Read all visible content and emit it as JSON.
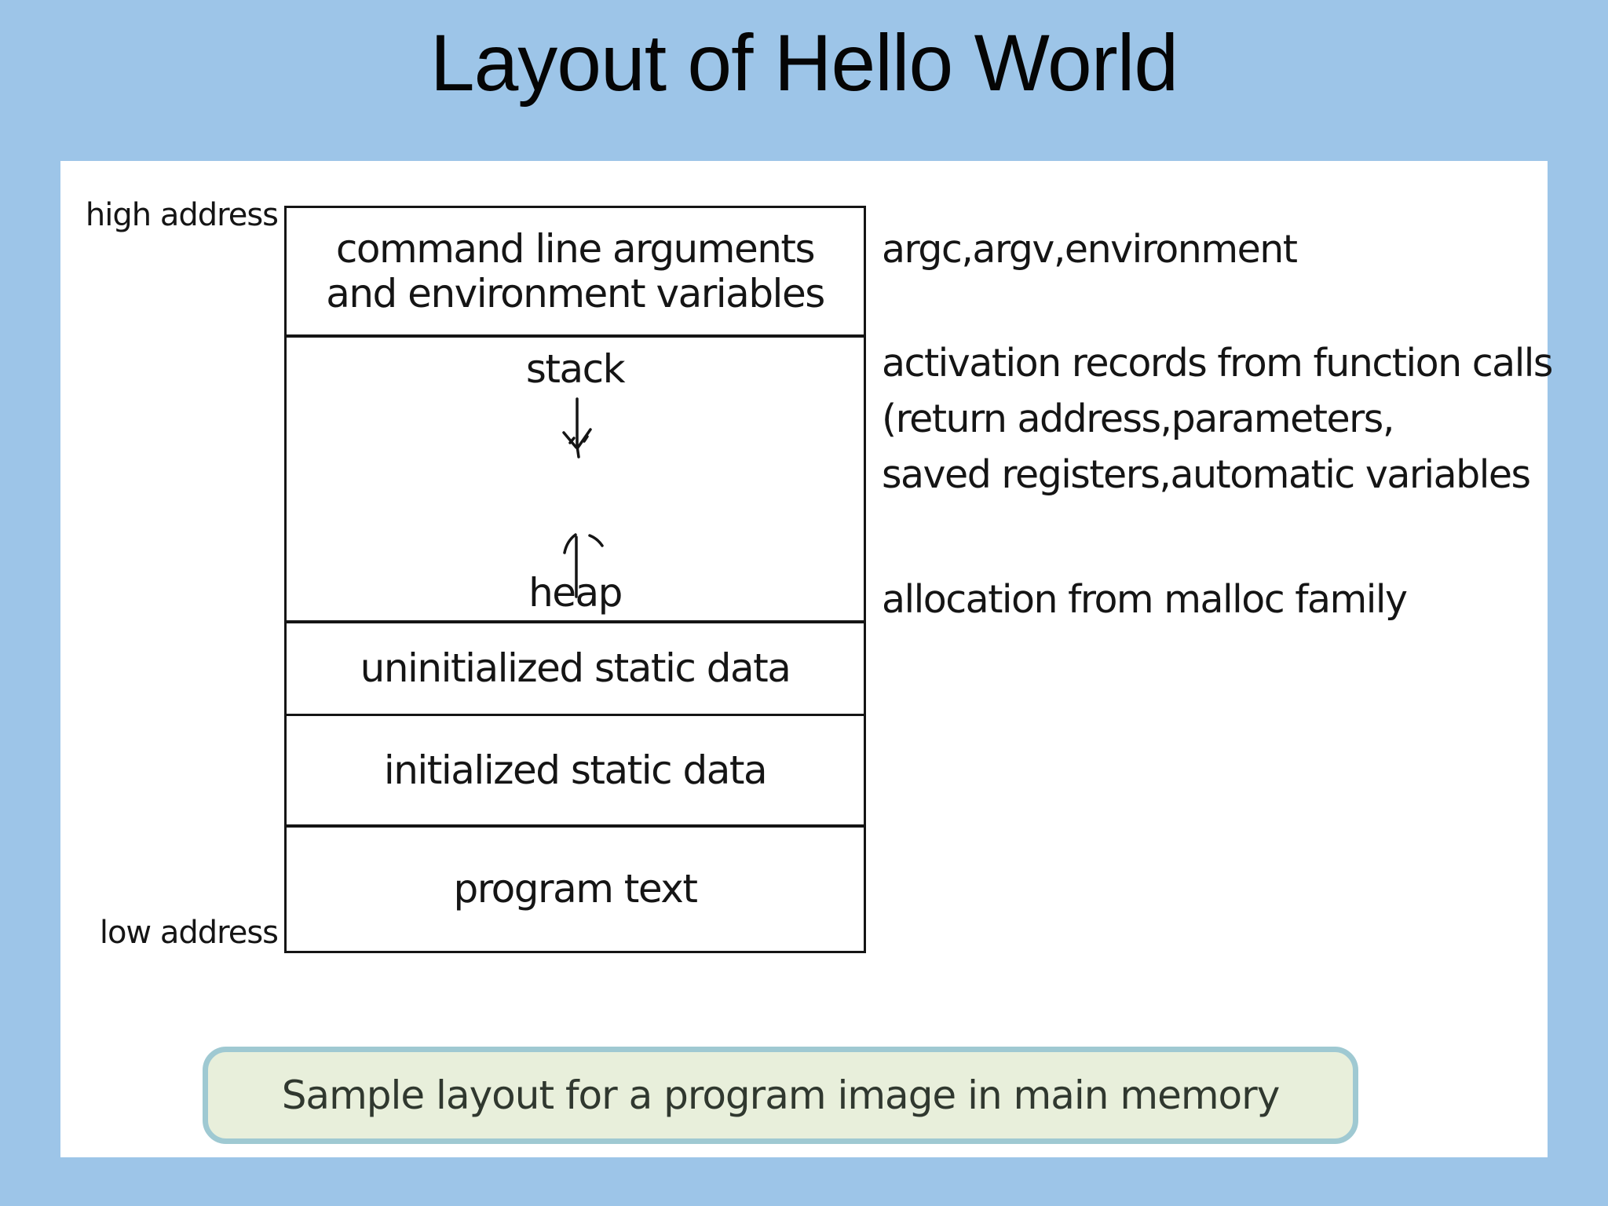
{
  "slide": {
    "title": "Layout of Hello World"
  },
  "diagram": {
    "high_address_label": "high address",
    "low_address_label": "low address",
    "sections": {
      "args": {
        "line1": "command line arguments",
        "line2": "and environment variables"
      },
      "stack": {
        "label": "stack"
      },
      "heap": {
        "label": "heap"
      },
      "uninitialized": {
        "label": "uninitialized static data"
      },
      "initialized": {
        "label": "initialized static data"
      },
      "program_text": {
        "label": "program text"
      }
    },
    "icons": {
      "stack_arrow": "arrow-down",
      "heap_arrow": "arrow-up"
    }
  },
  "annotations": {
    "args": "argc,argv,environment",
    "stack_line1": "activation records from function calls",
    "stack_line2": "(return address,parameters,",
    "stack_line3": "saved registers,automatic variables",
    "heap": "allocation from malloc family"
  },
  "caption": {
    "text": "Sample layout for a program image in main memory"
  },
  "colors": {
    "background": "#9dc5e8",
    "panel": "#ffffff",
    "ink": "#151515",
    "caption_fill": "#e8efdb",
    "caption_border": "#9fc9d2",
    "caption_text": "#30382f"
  }
}
